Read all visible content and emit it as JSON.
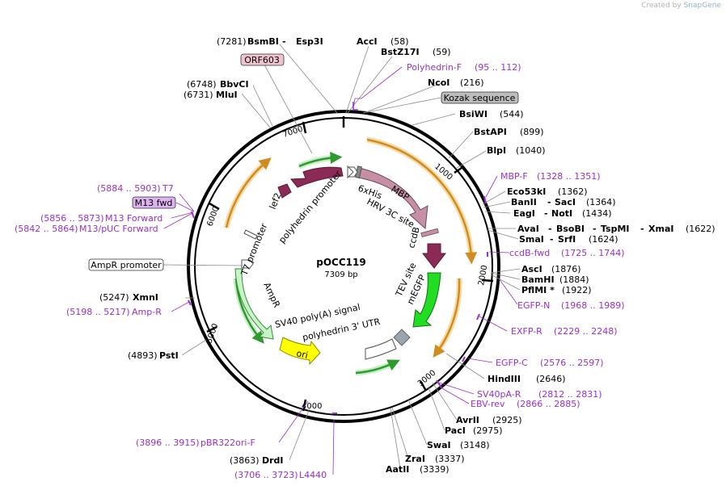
{
  "credit": {
    "prefix": "Created by",
    "brand": "SnapGene"
  },
  "plasmid": {
    "name": "pOCC119",
    "length": "7309 bp"
  },
  "ticks": [
    "1000",
    "2000",
    "3000",
    "4000",
    "5000",
    "6000",
    "7000"
  ],
  "sites": {
    "bsmbi": {
      "pos": "(7281)",
      "name": "BsmBI",
      "sep": "-",
      "name2": "Esp3I"
    },
    "acci": {
      "name": "AccI",
      "pos": "(58)"
    },
    "bstz17i": {
      "name": "BstZ17I",
      "pos": "(59)"
    },
    "ncoi": {
      "name": "NcoI",
      "pos": "(216)"
    },
    "bsiwi": {
      "name": "BsiWI",
      "pos": "(544)"
    },
    "bstapi": {
      "name": "BstAPI",
      "pos": "(899)"
    },
    "blpi": {
      "name": "BlpI",
      "pos": "(1040)"
    },
    "eco53ki": {
      "name": "Eco53kI",
      "pos": "(1362)"
    },
    "banii": {
      "name": "BanII",
      "sep": "-",
      "name2": "SacI",
      "pos": "(1364)"
    },
    "eagi": {
      "name": "EagI",
      "sep": "-",
      "name2": "NotI",
      "pos": "(1434)"
    },
    "avai": {
      "name": "AvaI",
      "sep1": "-",
      "name2": "BsoBI",
      "sep2": "-",
      "name3": "TspMI",
      "sep3": "-",
      "name4": "XmaI",
      "pos": "(1622)"
    },
    "smai": {
      "name": "SmaI",
      "sep": "-",
      "name2": "SrfI",
      "pos": "(1624)"
    },
    "asci": {
      "name": "AscI",
      "pos": "(1876)"
    },
    "bamhi": {
      "name": "BamHI",
      "pos": "(1884)"
    },
    "pflmi": {
      "name": "PflMI *",
      "pos": "(1922)"
    },
    "hindiii": {
      "name": "HindIII",
      "pos": "(2646)"
    },
    "avrii": {
      "name": "AvrII",
      "pos": "(2925)"
    },
    "paci": {
      "name": "PacI",
      "pos": "(2975)"
    },
    "swai": {
      "name": "SwaI",
      "pos": "(3148)"
    },
    "zrai": {
      "name": "ZraI",
      "pos": "(3337)"
    },
    "aatii": {
      "name": "AatII",
      "pos": "(3339)"
    },
    "drdi": {
      "name": "DrdI",
      "pos": "(3863)"
    },
    "psti": {
      "name": "PstI",
      "pos": "(4893)"
    },
    "xmni": {
      "name": "XmnI",
      "pos": "(5247)"
    },
    "mlui": {
      "name": "MluI",
      "pos": "(6731)"
    },
    "bbvci": {
      "name": "BbvCI",
      "pos": "(6748)"
    }
  },
  "primers": {
    "polyhedrin_f": {
      "name": "Polyhedrin-F",
      "range": "(95 .. 112)"
    },
    "mbp_f": {
      "name": "MBP-F",
      "range": "(1328 .. 1351)"
    },
    "ccdb_fwd": {
      "name": "ccdB-fwd",
      "range": "(1725 .. 1744)"
    },
    "egfp_n": {
      "name": "EGFP-N",
      "range": "(1968 .. 1989)"
    },
    "exfp_r": {
      "name": "EXFP-R",
      "range": "(2229 .. 2248)"
    },
    "egfp_c": {
      "name": "EGFP-C",
      "range": "(2576 .. 2597)"
    },
    "sv40pa_r": {
      "name": "SV40pA-R",
      "range": "(2812 .. 2831)"
    },
    "ebv_rev": {
      "name": "EBV-rev",
      "range": "(2866 .. 2885)"
    },
    "pbr322ori_f": {
      "name": "pBR322ori-F",
      "range": "(3896 .. 3915)"
    },
    "l4440": {
      "name": "L4440",
      "range": "(3706 .. 3723)"
    },
    "amp_r": {
      "name": "Amp-R",
      "range": "(5198 .. 5217)"
    },
    "pucf": {
      "name": "M13/pUC Forward",
      "range": "(5842 .. 5864)"
    },
    "m13f": {
      "name": "M13 Forward",
      "range": "(5856 .. 5873)"
    },
    "t7": {
      "name": "T7",
      "range": "(5884 .. 5903)"
    }
  },
  "boxes": {
    "orf603": "ORF603",
    "kozak": "Kozak sequence",
    "m13fwd": "M13 fwd",
    "ampr_promoter": "AmpR promoter"
  },
  "features": {
    "mbp": "MBP",
    "sixhis": "6xHis",
    "hrv": "HRV 3C site",
    "ccdb": "ccdB",
    "tev": "TEV site",
    "megfp": "mEGFP",
    "sv40": "SV40 poly(A) signal",
    "polyh_utr": "polyhedrin 3' UTR",
    "ori": "ori",
    "ampr": "AmpR",
    "t7prom": "T7 promoter",
    "lef2": "lef2",
    "polyh_prom": "polyhedrin promoter"
  },
  "colors": {
    "mbp": "#c78fa5",
    "lef2": "#8a2a55",
    "ccdb": "#8a2a55",
    "megfp": "#22dd22",
    "ori": "#ffff00",
    "ampr": "#c6f5c6",
    "orange": "#e3a43a",
    "green": "#2f9a2f",
    "primer": "#9b30c8"
  }
}
